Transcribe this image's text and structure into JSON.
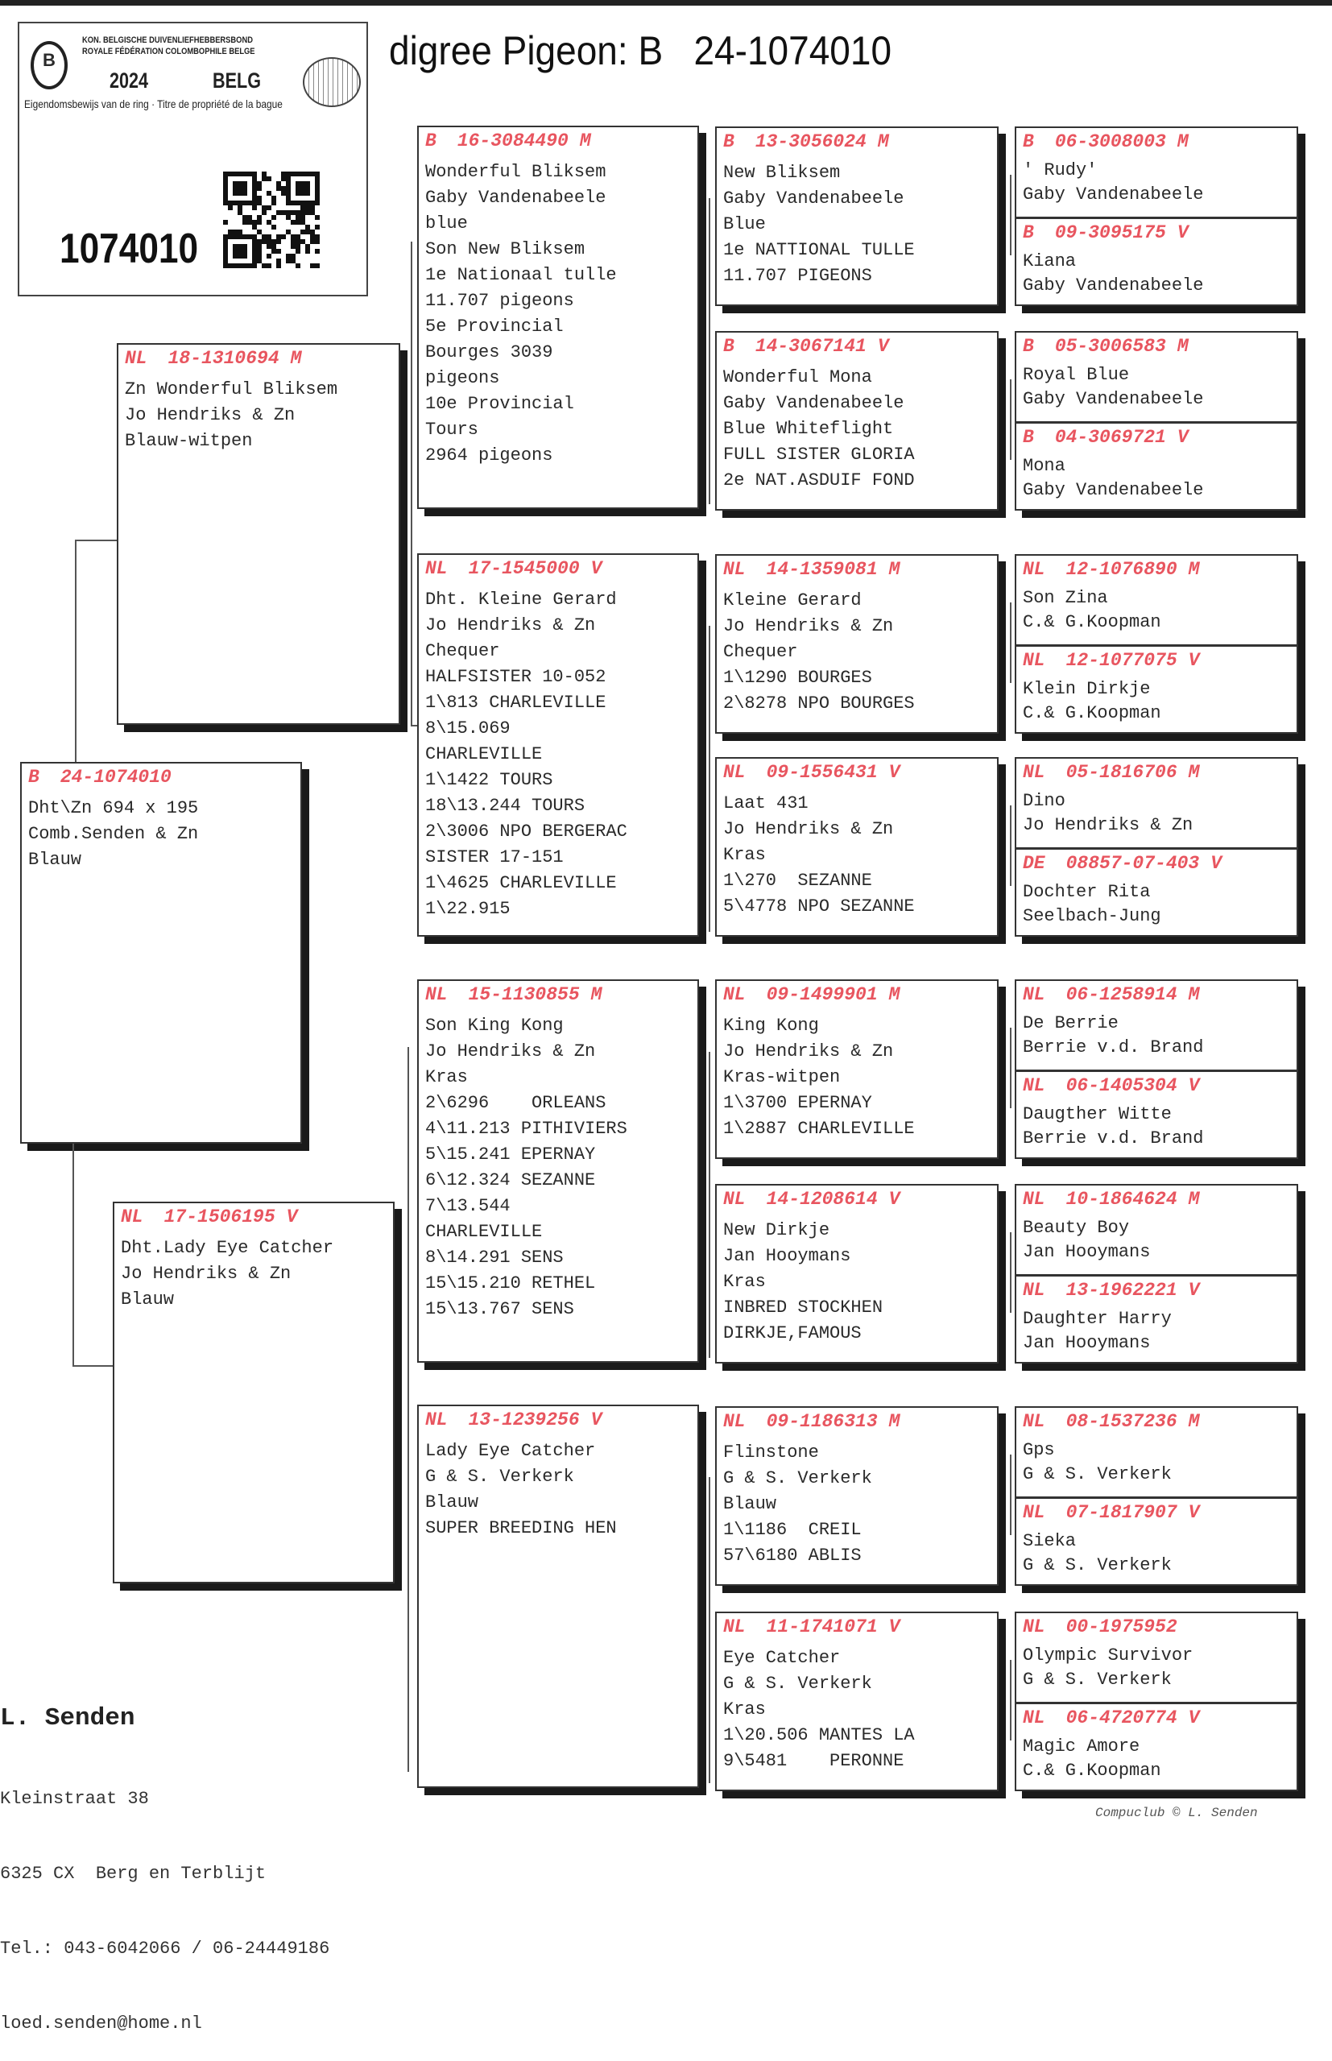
{
  "ring_card": {
    "org_line1": "KON. BELGISCHE DUIVENLIEFHEBBERSBOND",
    "org_line2": "ROYALE FÉDÉRATION COLOMBOPHILE BELGE",
    "year": "2024",
    "country": "BELG",
    "ownership": "Eigendomsbewijs van de ring · Titre de propriété de la bague",
    "ring_number": "1074010",
    "logo_letter": "B"
  },
  "title": "digree Pigeon: B   24-1074010",
  "subject": {
    "country": "B",
    "ring": "24-1074010",
    "sex": "",
    "lines": [
      "Dht\\Zn 694 x 195",
      "Comb.Senden & Zn",
      "Blauw"
    ]
  },
  "sire": {
    "country": "NL",
    "ring": "18-1310694",
    "sex": "M",
    "lines": [
      "Zn Wonderful Bliksem",
      "Jo Hendriks & Zn",
      "Blauw-witpen"
    ]
  },
  "dam": {
    "country": "NL",
    "ring": "17-1506195",
    "sex": "V",
    "lines": [
      "Dht.Lady Eye Catcher",
      "Jo Hendriks & Zn",
      "Blauw"
    ]
  },
  "gen3": [
    {
      "country": "B",
      "ring": "16-3084490",
      "sex": "M",
      "lines": [
        "Wonderful Bliksem",
        "Gaby Vandenabeele",
        "blue",
        "Son New Bliksem",
        "1e Nationaal tulle",
        "11.707 pigeons",
        "5e Provincial",
        "Bourges 3039",
        "pigeons",
        "10e Provincial",
        "Tours",
        "2964 pigeons"
      ]
    },
    {
      "country": "NL",
      "ring": "17-1545000",
      "sex": "V",
      "lines": [
        "Dht. Kleine Gerard",
        "Jo Hendriks & Zn",
        "Chequer",
        "HALFSISTER 10-052",
        "1\\813 CHARLEVILLE",
        "8\\15.069",
        "CHARLEVILLE",
        "1\\1422 TOURS",
        "18\\13.244 TOURS",
        "2\\3006 NPO BERGERAC",
        "SISTER 17-151",
        "1\\4625 CHARLEVILLE",
        "1\\22.915"
      ]
    },
    {
      "country": "NL",
      "ring": "15-1130855",
      "sex": "M",
      "lines": [
        "Son King Kong",
        "Jo Hendriks & Zn",
        "Kras",
        "2\\6296    ORLEANS",
        "4\\11.213 PITHIVIERS",
        "5\\15.241 EPERNAY",
        "6\\12.324 SEZANNE",
        "7\\13.544",
        "CHARLEVILLE",
        "8\\14.291 SENS",
        "15\\15.210 RETHEL",
        "15\\13.767 SENS"
      ]
    },
    {
      "country": "NL",
      "ring": "13-1239256",
      "sex": "V",
      "lines": [
        "Lady Eye Catcher",
        "G & S. Verkerk",
        "Blauw",
        "SUPER BREEDING HEN"
      ]
    }
  ],
  "gen4": [
    {
      "country": "B",
      "ring": "13-3056024",
      "sex": "M",
      "lines": [
        "New Bliksem",
        "Gaby Vandenabeele",
        "Blue",
        "1e NATTIONAL TULLE",
        "11.707 PIGEONS"
      ]
    },
    {
      "country": "B",
      "ring": "14-3067141",
      "sex": "V",
      "lines": [
        "Wonderful Mona",
        "Gaby Vandenabeele",
        "Blue Whiteflight",
        "FULL SISTER GLORIA",
        "2e NAT.ASDUIF FOND"
      ]
    },
    {
      "country": "NL",
      "ring": "14-1359081",
      "sex": "M",
      "lines": [
        "Kleine Gerard",
        "Jo Hendriks & Zn",
        "Chequer",
        "1\\1290 BOURGES",
        "2\\8278 NPO BOURGES"
      ]
    },
    {
      "country": "NL",
      "ring": "09-1556431",
      "sex": "V",
      "lines": [
        "Laat 431",
        "Jo Hendriks & Zn",
        "Kras",
        "1\\270  SEZANNE",
        "5\\4778 NPO SEZANNE"
      ]
    },
    {
      "country": "NL",
      "ring": "09-1499901",
      "sex": "M",
      "lines": [
        "King Kong",
        "Jo Hendriks & Zn",
        "Kras-witpen",
        "1\\3700 EPERNAY",
        "1\\2887 CHARLEVILLE"
      ]
    },
    {
      "country": "NL",
      "ring": "14-1208614",
      "sex": "V",
      "lines": [
        "New Dirkje",
        "Jan Hooymans",
        "Kras",
        "INBRED STOCKHEN",
        "DIRKJE,FAMOUS"
      ]
    },
    {
      "country": "NL",
      "ring": "09-1186313",
      "sex": "M",
      "lines": [
        "Flinstone",
        "G & S. Verkerk",
        "Blauw",
        "1\\1186  CREIL",
        "57\\6180 ABLIS"
      ]
    },
    {
      "country": "NL",
      "ring": "11-1741071",
      "sex": "V",
      "lines": [
        "Eye Catcher",
        "G & S. Verkerk",
        "Kras",
        "1\\20.506 MANTES LA",
        "9\\5481    PERONNE"
      ]
    }
  ],
  "gen5": [
    {
      "country": "B",
      "ring": "06-3008003",
      "sex": "M",
      "lines": [
        "' Rudy'",
        "Gaby Vandenabeele"
      ]
    },
    {
      "country": "B",
      "ring": "09-3095175",
      "sex": "V",
      "lines": [
        "Kiana",
        "Gaby Vandenabeele"
      ]
    },
    {
      "country": "B",
      "ring": "05-3006583",
      "sex": "M",
      "lines": [
        "Royal Blue",
        "Gaby Vandenabeele"
      ]
    },
    {
      "country": "B",
      "ring": "04-3069721",
      "sex": "V",
      "lines": [
        "Mona",
        "Gaby Vandenabeele"
      ]
    },
    {
      "country": "NL",
      "ring": "12-1076890",
      "sex": "M",
      "lines": [
        "Son Zina",
        "C.& G.Koopman"
      ]
    },
    {
      "country": "NL",
      "ring": "12-1077075",
      "sex": "V",
      "lines": [
        "Klein Dirkje",
        "C.& G.Koopman"
      ]
    },
    {
      "country": "NL",
      "ring": "05-1816706",
      "sex": "M",
      "lines": [
        "Dino",
        "Jo Hendriks & Zn"
      ]
    },
    {
      "country": "DE",
      "ring": "08857-07-403",
      "sex": "V",
      "lines": [
        "Dochter Rita",
        "Seelbach-Jung"
      ]
    },
    {
      "country": "NL",
      "ring": "06-1258914",
      "sex": "M",
      "lines": [
        "De Berrie",
        "Berrie v.d. Brand"
      ]
    },
    {
      "country": "NL",
      "ring": "06-1405304",
      "sex": "V",
      "lines": [
        "Daugther Witte",
        "Berrie v.d. Brand"
      ]
    },
    {
      "country": "NL",
      "ring": "10-1864624",
      "sex": "M",
      "lines": [
        "Beauty Boy",
        "Jan Hooymans"
      ]
    },
    {
      "country": "NL",
      "ring": "13-1962221",
      "sex": "V",
      "lines": [
        "Daughter Harry",
        "Jan Hooymans"
      ]
    },
    {
      "country": "NL",
      "ring": "08-1537236",
      "sex": "M",
      "lines": [
        "Gps",
        "G & S. Verkerk"
      ]
    },
    {
      "country": "NL",
      "ring": "07-1817907",
      "sex": "V",
      "lines": [
        "Sieka",
        "G & S. Verkerk"
      ]
    },
    {
      "country": "NL",
      "ring": "00-1975952",
      "sex": "",
      "lines": [
        "Olympic Survivor",
        "G & S. Verkerk"
      ]
    },
    {
      "country": "NL",
      "ring": "06-4720774",
      "sex": "V",
      "lines": [
        "Magic Amore",
        "C.& G.Koopman"
      ]
    }
  ],
  "breeder": {
    "name": "L. Senden",
    "street": "Kleinstraat 38",
    "city": "6325 CX  Berg en Terblijt",
    "phone": "Tel.: 043-6042066 / 06-24449186",
    "email": "loed.senden@home.nl"
  },
  "footer": "Compuclub © L. Senden",
  "colors": {
    "ring_header": "#e8555f",
    "text": "#2a2a2a",
    "shadow": "#1a1a1a"
  }
}
